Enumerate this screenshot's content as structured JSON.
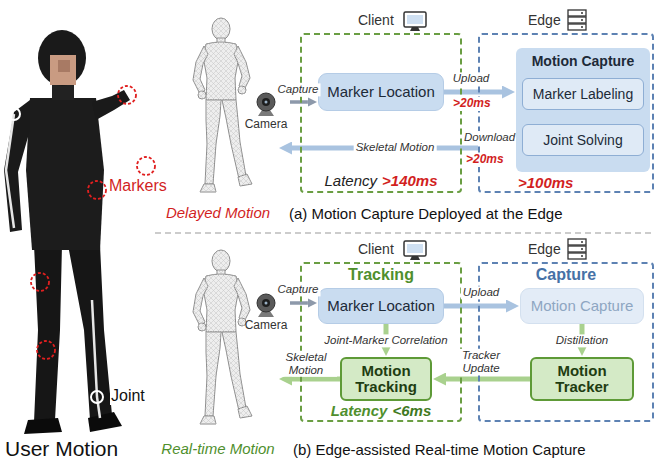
{
  "diagram": {
    "nodes": [
      {
        "text": [
          "Delayed Motion"
        ]
      },
      {
        "text": [
          "Camera"
        ]
      },
      {
        "text": [
          "Client",
          "Latency",
          ">140ms"
        ]
      },
      {
        "text": [
          "Marker Location"
        ],
        "in": 2
      },
      {
        "text": [
          "Edge",
          ">100ms"
        ]
      },
      {
        "text": [
          "Motion Capture"
        ],
        "in": 4
      },
      {
        "text": [
          "Marker Labeling"
        ],
        "in": 5
      },
      {
        "text": [
          "Joint Solving"
        ],
        "in": 5
      },
      {
        "text": [
          "Real-time Motion"
        ]
      },
      {
        "text": [
          "Camera"
        ]
      },
      {
        "text": [
          "Client",
          "Tracking",
          "Latency",
          "<6ms"
        ]
      },
      {
        "text": [
          "Marker Location"
        ],
        "in": 10
      },
      {
        "text": [
          "Motion Tracking"
        ],
        "in": 10
      },
      {
        "text": [
          "Edge",
          "Capture"
        ]
      },
      {
        "text": [
          "Motion Capture"
        ],
        "in": 13
      },
      {
        "text": [
          "Motion Tracker"
        ],
        "in": 13
      }
    ],
    "edges": [
      {
        "from": 1,
        "to": 3,
        "label": "Capture",
        "arrow": "to"
      },
      {
        "from": 3,
        "to": 5,
        "label": "Upload",
        "arrow": "to"
      },
      {
        "from": 4,
        "to": 0,
        "label": "Skeletal Motion",
        "arrow": "to"
      },
      {
        "from": 9,
        "to": 11,
        "label": "Capture",
        "arrow": "to"
      },
      {
        "from": 11,
        "to": 14,
        "label": "Upload",
        "arrow": "to"
      },
      {
        "from": 11,
        "to": 12,
        "label": "Joint-Marker Correlation",
        "arrow": "to"
      },
      {
        "from": 14,
        "to": 15,
        "label": "Distillation",
        "arrow": "to"
      },
      {
        "from": 15,
        "to": 12,
        "label": "Tracker Update",
        "arrow": "to"
      },
      {
        "from": 12,
        "to": 8,
        "label": "Skeletal Motion",
        "arrow": "to"
      }
    ],
    "labels": [
      "User Motion",
      "Markers",
      "Joint",
      ">20ms",
      "Download",
      ">20ms",
      "(a) Motion Capture Deployed at the Edge",
      "(b) Edge-assisted Real-time Motion Capture"
    ]
  }
}
